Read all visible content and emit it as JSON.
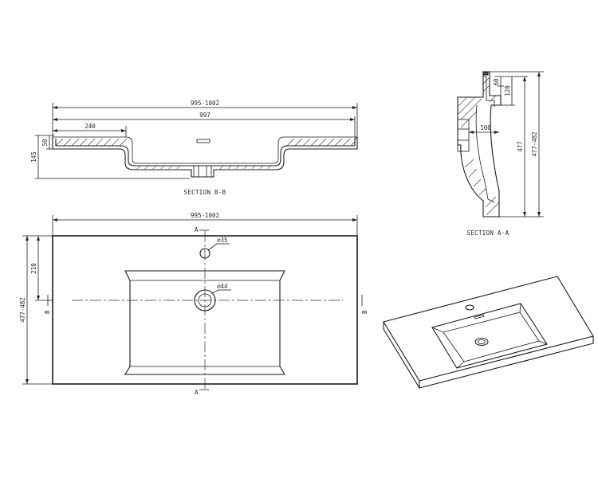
{
  "section_bb": {
    "overall_width": "995-1002",
    "inner_width": "997",
    "deck_width": "240",
    "height_total": "145",
    "height_rim": "50",
    "label": "SECTION B-B"
  },
  "section_aa": {
    "dim_60": "60",
    "dim_120": "120",
    "dim_100": "100",
    "dim_477": "477",
    "dim_range": "477-482",
    "label": "SECTION A-A"
  },
  "plan_view": {
    "overall_width": "995-1002",
    "depth": "477-482",
    "back_to_tap": "210",
    "tap_hole": "⌀35",
    "drain_hole": "⌀44",
    "section_a_top": "A",
    "section_a_bottom": "A",
    "section_b_left": "B",
    "section_b_right": "B"
  }
}
